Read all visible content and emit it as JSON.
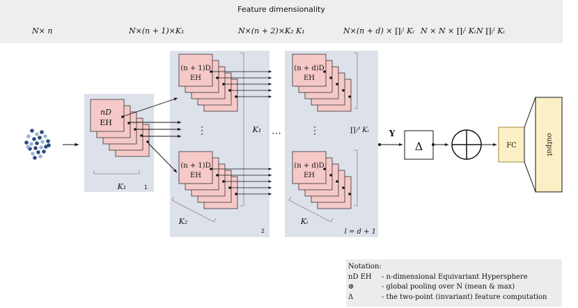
{
  "header": {
    "title": "Feature dimensionality",
    "dims": [
      "N× n",
      "N×(n + 1)×K₁",
      "N×(n + 2)×K₂ K₁",
      "N×(n + d) × ∏ᵢˡ Kᵢ",
      "N × N × ∏ᵢˡ Kᵢ",
      "N  ∏ᵢˡ Kᵢ"
    ]
  },
  "stages": {
    "s1": {
      "block_line1": "nD",
      "block_line2": "EH",
      "k_label": "K₁",
      "index": "1"
    },
    "s2": {
      "block_line1": "(n + 1)D",
      "block_line2": "EH",
      "k_label": "K₂",
      "k_side": "K₁",
      "index": "2",
      "dots": "⋮"
    },
    "s3": {
      "block_line1": "(n + d)D",
      "block_line2": "EH",
      "k_label": "Kᵢ",
      "k_side": "∏ᵢᵈ Kᵢ",
      "index": "l = d + 1",
      "dots": "⋮"
    },
    "between_dots": "⋯"
  },
  "pipeline": {
    "y_label": "Y",
    "delta": "Δ",
    "fc": "FC",
    "output": "output"
  },
  "notation": {
    "title": "Notation:",
    "rows": [
      {
        "symbol": "nD EH",
        "desc": "- n-dimensional Equivariant Hypersphere"
      },
      {
        "symbol": "⊕",
        "desc": "- global pooling over N (mean & max)"
      },
      {
        "symbol": "Δ",
        "desc": "- the two-point  (invariant) feature computation"
      }
    ]
  },
  "colors": {
    "header_bg": "#eeeeee",
    "panel_bg": "#dde1ea",
    "block_fill": "#f6c9c9",
    "block_stroke": "#333333",
    "fc_fill": "#fbf0c5",
    "fc_stroke": "#a08a3a",
    "notation_bg": "#ececec",
    "point_dark": "#2b4a80",
    "point_light": "#9fb4d3"
  }
}
